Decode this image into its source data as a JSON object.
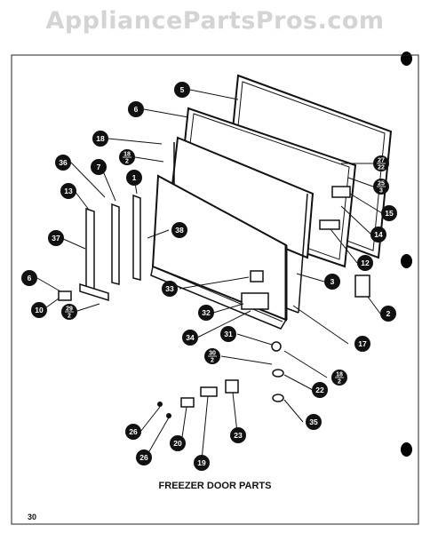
{
  "watermark": "AppliancePartsPros.com",
  "title": "FREEZER DOOR PARTS",
  "page_number": "30",
  "callouts": [
    "5",
    "6",
    "18",
    "18/2",
    "27/22",
    "25/3",
    "15",
    "14",
    "36",
    "7",
    "1",
    "13",
    "38",
    "37",
    "12",
    "6",
    "33",
    "3",
    "10",
    "29/2",
    "2",
    "32",
    "34",
    "31",
    "17",
    "30/2",
    "18/2",
    "22",
    "35",
    "26",
    "20",
    "23",
    "26",
    "19"
  ]
}
